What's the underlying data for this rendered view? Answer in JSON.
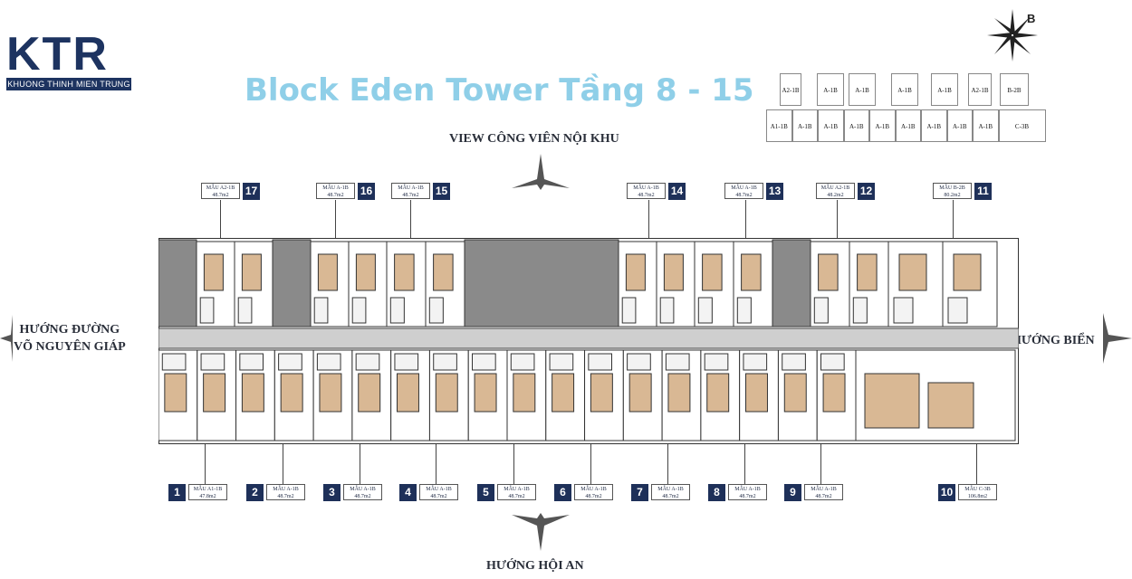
{
  "logo": {
    "mark": "KTR",
    "subtitle": "KHUONG THINH MIEN TRUNG"
  },
  "title": "Block Eden Tower Tầng 8 - 15",
  "compass_label": "B",
  "directions": {
    "north": "VIEW CÔNG VIÊN NỘI KHU",
    "south": "HƯỚNG HỘI AN",
    "east": "HƯỚNG BIỂN",
    "west_line1": "HƯỚNG ĐƯỜNG",
    "west_line2": "VÕ NGUYÊN GIÁP"
  },
  "key_plan": {
    "top_row": [
      "A2-1B",
      "A-1B",
      "A-1B",
      "A-1B",
      "A-1B",
      "A2-1B",
      "B-2B"
    ],
    "bottom_row": [
      "A1-1B",
      "A-1B",
      "A-1B",
      "A-1B",
      "A-1B",
      "A-1B",
      "A-1B",
      "A-1B",
      "A-1B",
      "C-3B"
    ]
  },
  "units_top": [
    {
      "num": "17",
      "model": "MẪU A2-1B",
      "area": "48.7m2"
    },
    {
      "num": "16",
      "model": "MẪU A-1B",
      "area": "48.7m2"
    },
    {
      "num": "15",
      "model": "MẪU A-1B",
      "area": "48.7m2"
    },
    {
      "num": "14",
      "model": "MẪU A-1B",
      "area": "48.7m2"
    },
    {
      "num": "13",
      "model": "MẪU A-1B",
      "area": "48.7m2"
    },
    {
      "num": "12",
      "model": "MẪU A2-1B",
      "area": "48.2m2"
    },
    {
      "num": "11",
      "model": "MẪU B-2B",
      "area": "80.2m2"
    }
  ],
  "units_bottom": [
    {
      "num": "1",
      "model": "MẪU A1-1B",
      "area": "47.8m2"
    },
    {
      "num": "2",
      "model": "MẪU A-1B",
      "area": "48.7m2"
    },
    {
      "num": "3",
      "model": "MẪU A-1B",
      "area": "48.7m2"
    },
    {
      "num": "4",
      "model": "MẪU A-1B",
      "area": "48.7m2"
    },
    {
      "num": "5",
      "model": "MẪU A-1B",
      "area": "48.7m2"
    },
    {
      "num": "6",
      "model": "MẪU A-1B",
      "area": "48.7m2"
    },
    {
      "num": "7",
      "model": "MẪU A-1B",
      "area": "48.7m2"
    },
    {
      "num": "8",
      "model": "MẪU A-1B",
      "area": "48.7m2"
    },
    {
      "num": "9",
      "model": "MẪU A-1B",
      "area": "48.7m2"
    },
    {
      "num": "10",
      "model": "MẪU C-3B",
      "area": "106.8m2"
    }
  ],
  "colors": {
    "brand": "#1d3360",
    "title": "#8fcfe8",
    "badge": "#1e3059",
    "corridor": "#cfcfcf",
    "core": "#8a8a8a",
    "bedroom_floor": "#d9b894"
  }
}
